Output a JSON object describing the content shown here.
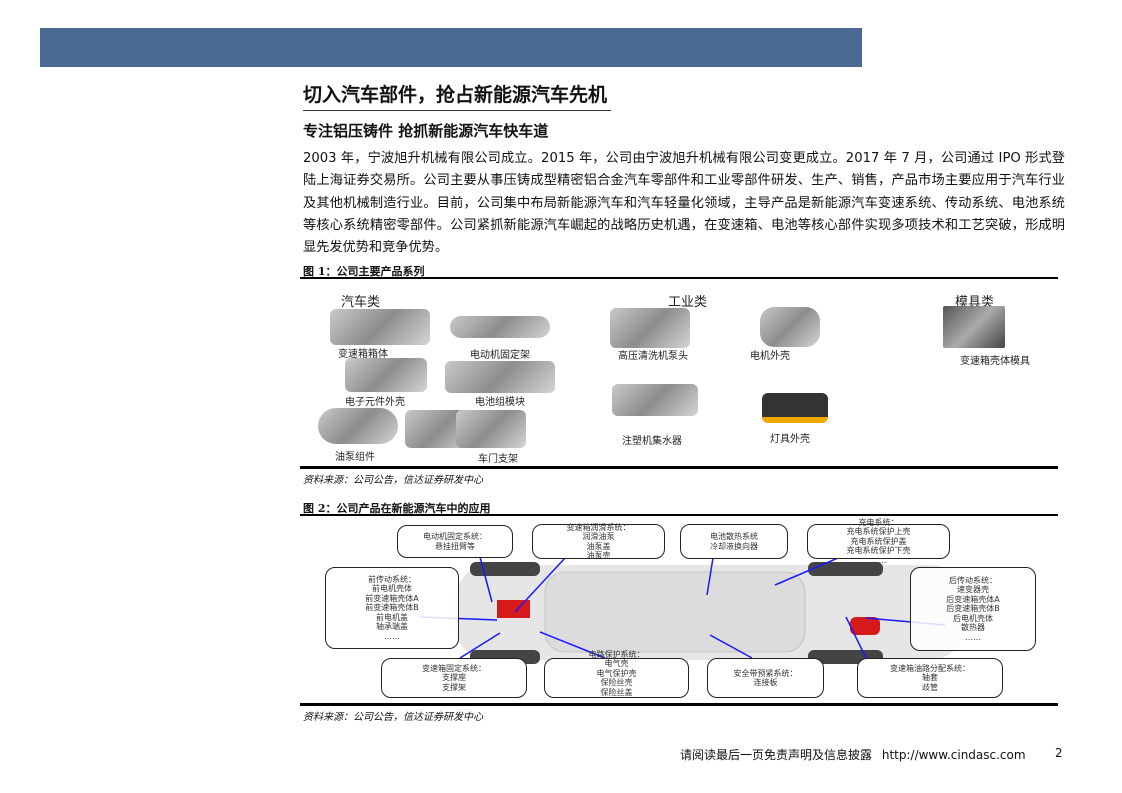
{
  "header": {
    "bar_color": "#4a6a94"
  },
  "title": "切入汽车部件，抢占新能源汽车先机",
  "subtitle": "专注铝压铸件  抢抓新能源汽车快车道",
  "paragraph": "2003 年，宁波旭升机械有限公司成立。2015 年，公司由宁波旭升机械有限公司变更成立。2017 年 7 月，公司通过 IPO 形式登陆上海证券交易所。公司主要从事压铸成型精密铝合金汽车零部件和工业零部件研发、生产、销售，产品市场主要应用于汽车行业及其他机械制造行业。目前，公司集中布局新能源汽车和汽车轻量化领域，主导产品是新能源汽车变速系统、传动系统、电池系统等核心系统精密零部件。公司紧抓新能源汽车崛起的战略历史机遇，在变速箱、电池等核心部件实现多项技术和工艺突破，形成明显先发优势和竞争优势。",
  "figure1": {
    "label": "图 1：公司主要产品系列",
    "categories": {
      "auto": "汽车类",
      "industrial": "工业类",
      "mold": "模具类"
    },
    "products": [
      "变速箱箱体",
      "电动机固定架",
      "电子元件外壳",
      "电池组模块",
      "油泵组件",
      "车门支架",
      "高压清洗机泵头",
      "电机外壳",
      "注塑机集水器",
      "灯具外壳",
      "变速箱壳体模具"
    ],
    "source": "资料来源：公司公告，信达证券研发中心"
  },
  "figure2": {
    "label": "图 2：公司产品在新能源汽车中的应用",
    "callouts": [
      {
        "title": "电动机固定系统：",
        "items": [
          "悬挂扭臂等"
        ]
      },
      {
        "title": "变速箱润滑系统：",
        "items": [
          "润滑油泵",
          "油泵盖",
          "油泵壳"
        ]
      },
      {
        "title": "电池散热系统",
        "items": [
          "冷却液换向器"
        ]
      },
      {
        "title": "充电系统：",
        "items": [
          "充电系统保护上壳",
          "充电系统保护盖",
          "充电系统保护下壳",
          "……"
        ]
      },
      {
        "title": "前传动系统：",
        "items": [
          "前电机壳体",
          "前变速箱壳体A",
          "前变速箱壳体B",
          "前电机盖",
          "轴承端盖",
          "……"
        ]
      },
      {
        "title": "后传动系统：",
        "items": [
          "速变器壳",
          "后变速箱壳体A",
          "后变速箱壳体B",
          "后电机壳体",
          "散热器",
          "……"
        ]
      },
      {
        "title": "变速箱固定系统：",
        "items": [
          "支撑座",
          "支撑架"
        ]
      },
      {
        "title": "电路保护系统：",
        "items": [
          "电气壳",
          "电气保护壳",
          "保险丝壳",
          "保险丝盖",
          "……"
        ]
      },
      {
        "title": "安全带预紧系统：",
        "items": [
          "连接板"
        ]
      },
      {
        "title": "变速箱油路分配系统：",
        "items": [
          "轴套",
          "歧管"
        ]
      }
    ],
    "line_color": "#1a1aff",
    "source": "资料来源：公司公告，信达证券研发中心"
  },
  "footer": {
    "disclaimer": "请阅读最后一页免责声明及信息披露",
    "url": "http://www.cindasc.com",
    "page": "2"
  }
}
